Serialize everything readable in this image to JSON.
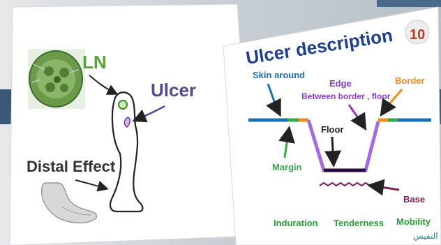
{
  "left_page": {
    "ln_label": "LN",
    "ulcer_label": "Ulcer",
    "distal_label": "Distal Effect"
  },
  "right_page": {
    "title": "Ulcer description",
    "slide_number": "10",
    "skin_around": "Skin around",
    "edge": "Edge",
    "edge_sub": "Between border , floor",
    "border": "Border",
    "floor": "Floor",
    "margin": "Margin",
    "base": "Base",
    "induration": "Induration",
    "tenderness": "Tenderness",
    "mobility": "Mobility",
    "watermark": "النفيس"
  },
  "colors": {
    "title": "#1f3f8f",
    "skin_around": "#1b6fb3",
    "edge": "#8a3cc7",
    "border": "#f08c1e",
    "margin": "#3aa64a",
    "base": "#7d1f57",
    "footer": "#2c9a3a",
    "ln": "#5aa23a",
    "ulcer": "#5a4a8a",
    "distal": "#333333"
  }
}
